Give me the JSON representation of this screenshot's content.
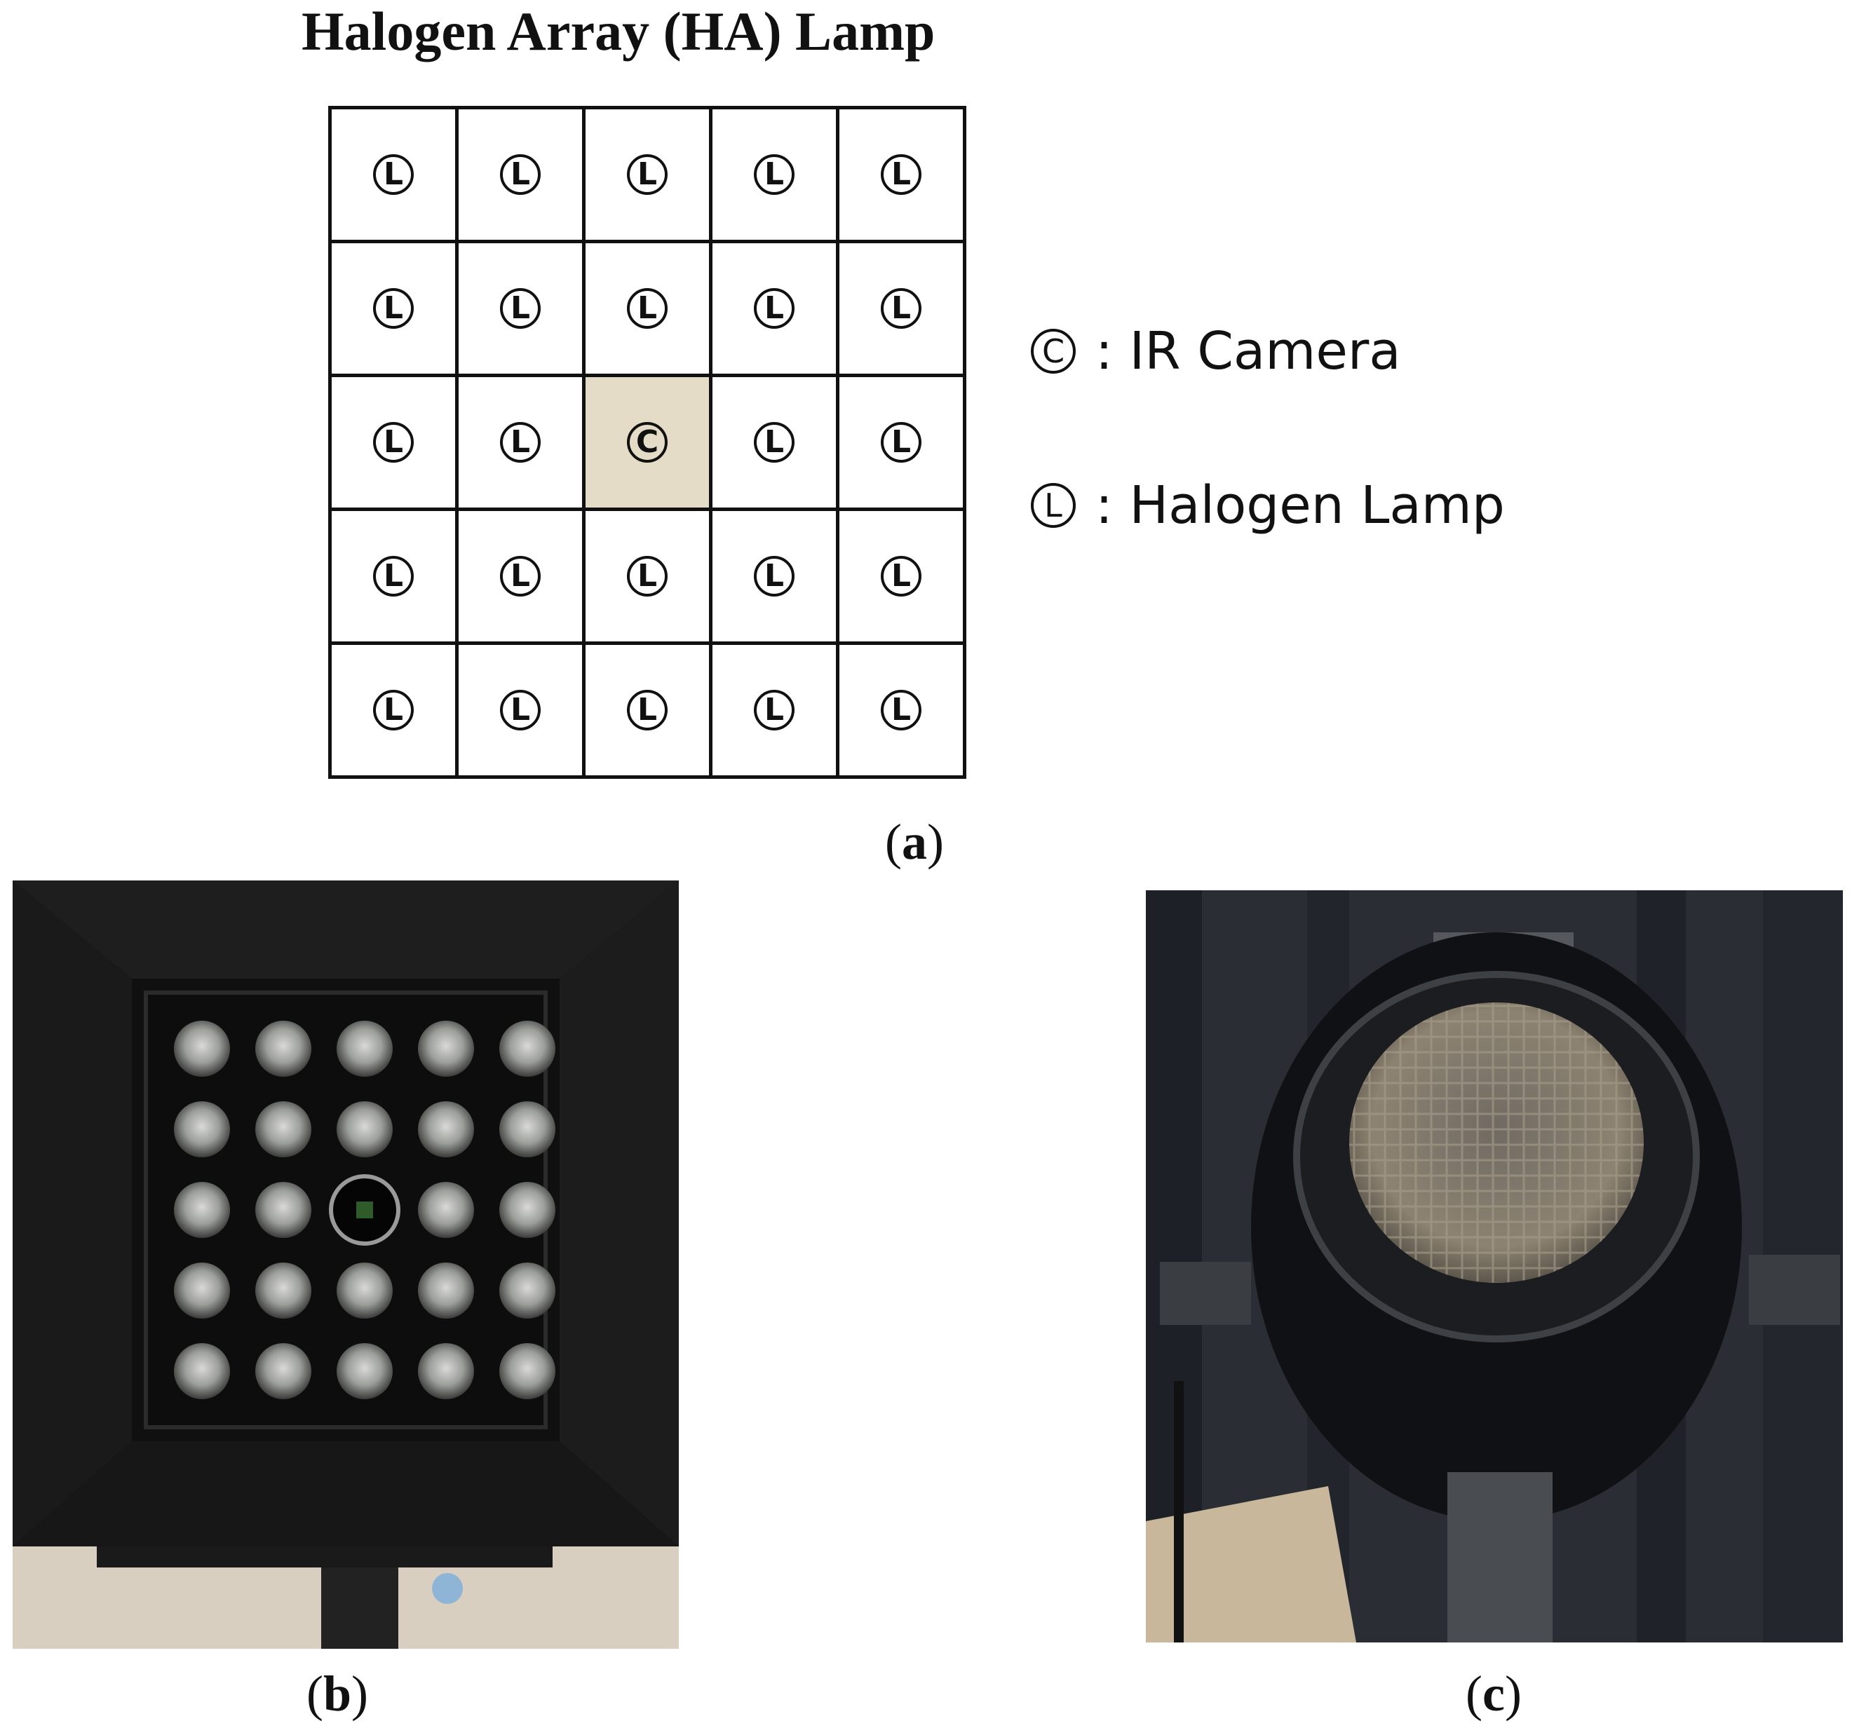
{
  "title": "Halogen Array (HA) Lamp",
  "grid": {
    "rows": [
      [
        "L",
        "L",
        "L",
        "L",
        "L"
      ],
      [
        "L",
        "L",
        "L",
        "L",
        "L"
      ],
      [
        "L",
        "L",
        "C",
        "L",
        "L"
      ],
      [
        "L",
        "L",
        "L",
        "L",
        "L"
      ],
      [
        "L",
        "L",
        "L",
        "L",
        "L"
      ]
    ],
    "camera_cell_color": "#e5dcc7"
  },
  "legend": [
    {
      "symbol": "C",
      "label": ": IR Camera"
    },
    {
      "symbol": "L",
      "label": ": Halogen Lamp"
    }
  ],
  "captions": {
    "a": "a",
    "b": "b",
    "c": "c"
  }
}
